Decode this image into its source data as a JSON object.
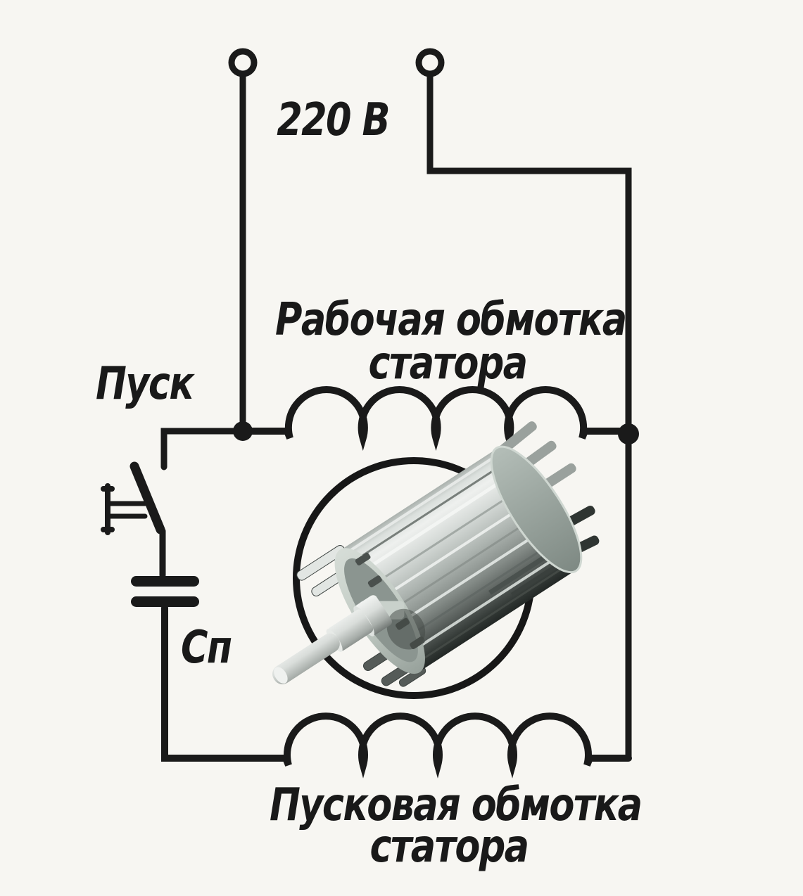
{
  "colors": {
    "background": "#f7f6f2",
    "ink": "#1a1a1a",
    "rotor_ring": "#c9d2cb",
    "rotor_body_light": "#eef0ee",
    "rotor_body_dark": "#232826"
  },
  "labels": {
    "supply_voltage": "220 В",
    "run_winding_line1": "Рабочая обмотка",
    "run_winding_line2": "статора",
    "start_button": "Пуск",
    "start_capacitor": "Сп",
    "start_winding_line1": "Пусковая обмотка",
    "start_winding_line2": "статора"
  },
  "diagram": {
    "kind": "electrical-schematic",
    "subject": "Capacitor-start single-phase motor starting circuit",
    "components": [
      {
        "id": "supply",
        "type": "ac-supply-terminals",
        "label": "220 В",
        "terminals": 2
      },
      {
        "id": "run-winding",
        "type": "inductor",
        "turns": 4,
        "label": "Рабочая обмотка статора"
      },
      {
        "id": "start-winding",
        "type": "inductor",
        "turns": 4,
        "label": "Пусковая обмотка статора"
      },
      {
        "id": "start-button",
        "type": "push-button-switch",
        "state": "open",
        "label": "Пуск"
      },
      {
        "id": "start-capacitor",
        "type": "capacitor",
        "label": "Сп"
      },
      {
        "id": "rotor",
        "type": "illustration",
        "label": "squirrel-cage rotor in circle"
      }
    ],
    "junction_dots": 2
  }
}
